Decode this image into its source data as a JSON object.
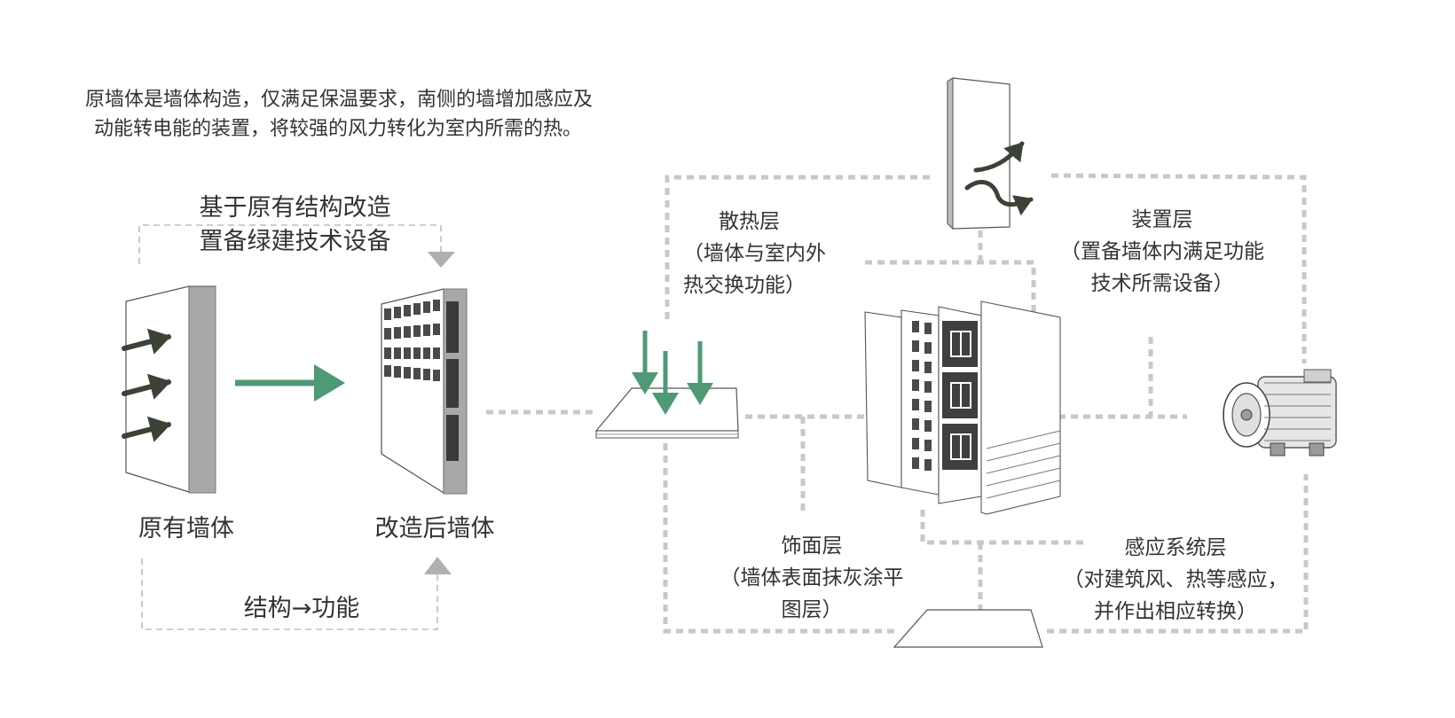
{
  "intro": {
    "line1": "原墙体是墙体构造，仅满足保温要求，南侧的墙增加感应及",
    "line2": "动能转电能的装置，将较强的风力转化为室内所需的热。"
  },
  "left_panel": {
    "top_caption_line1": "基于原有结构改造",
    "top_caption_line2": "置备绿建技术设备",
    "original_wall_label": "原有墙体",
    "renovated_wall_label": "改造后墙体",
    "bottom_caption": "结构→功能"
  },
  "layers": {
    "heat": {
      "line1": "散热层",
      "line2": "（墙体与室内外",
      "line3": "热交换功能）"
    },
    "device": {
      "line1": "装置层",
      "line2": "（置备墙体内满足功能",
      "line3": "技术所需设备）"
    },
    "finish": {
      "line1": "饰面层",
      "line2": "（墙体表面抹灰涂平",
      "line3": "图层）"
    },
    "sensor": {
      "line1": "感应系统层",
      "line2": "（对建筑风、热等感应，",
      "line3": "并作出相应转换）"
    }
  },
  "colors": {
    "accent_green": "#4f9a76",
    "dark_olive": "#3c4235",
    "dashed_gray": "#c8c8c8",
    "wall_gray": "#a8a8a8"
  }
}
